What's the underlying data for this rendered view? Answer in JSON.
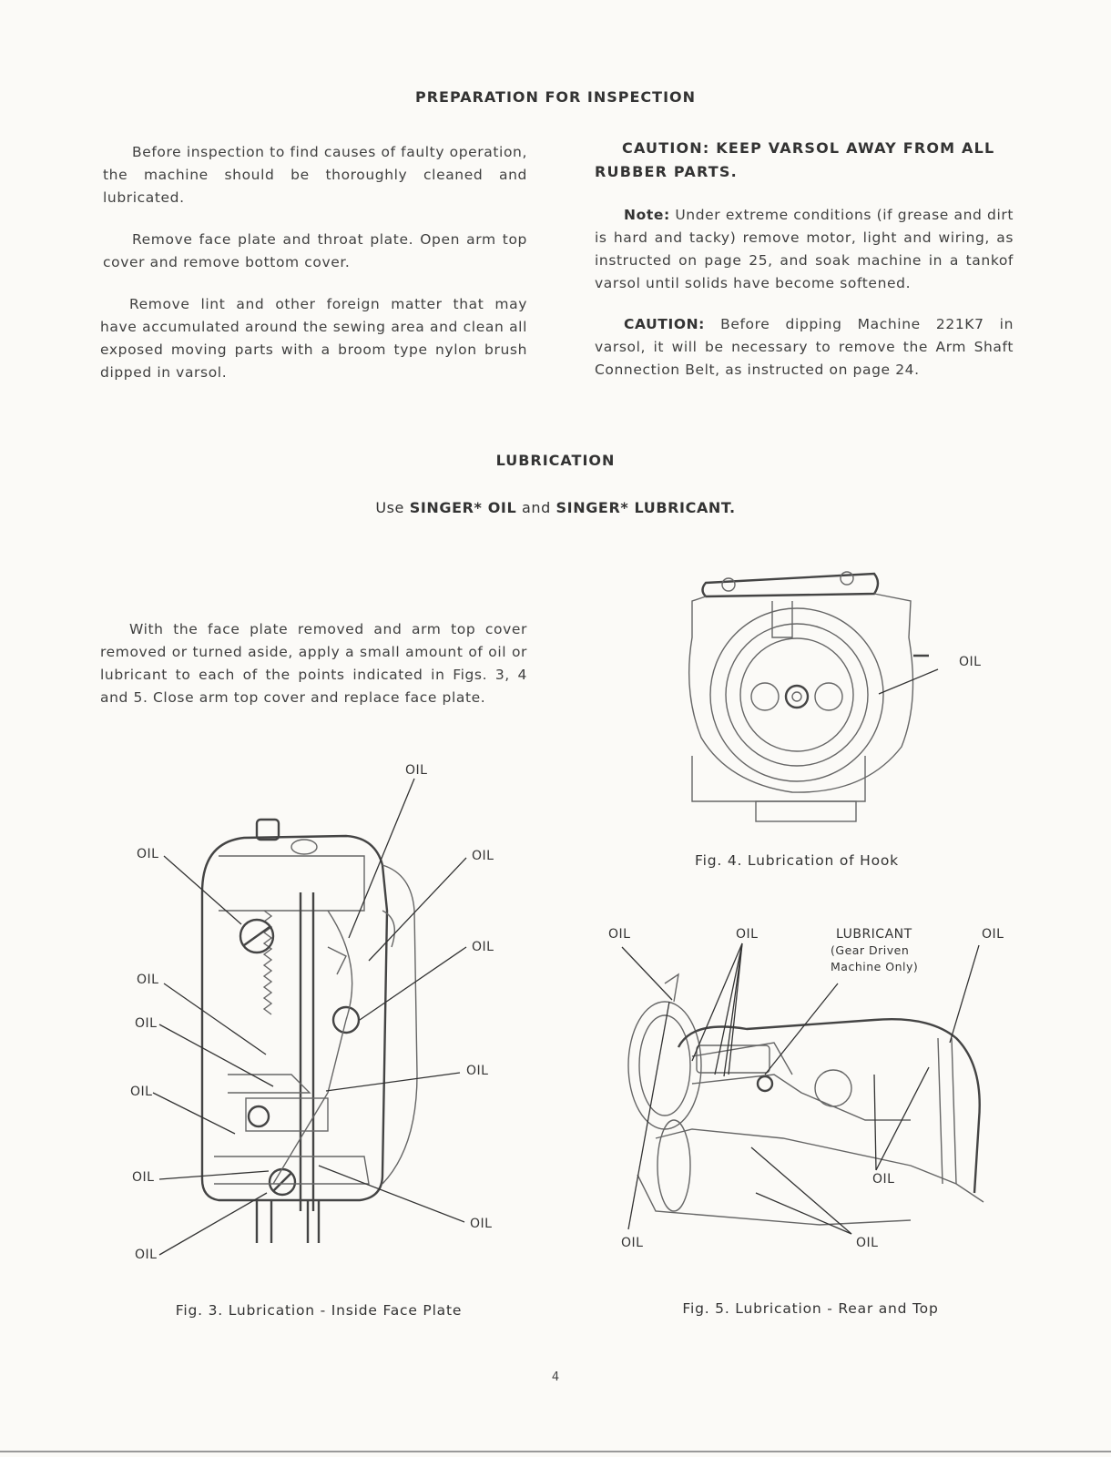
{
  "prep": {
    "heading": "PREPARATION FOR INSPECTION",
    "p1": "Before inspection to find causes of faulty operation, the machine should be thoroughly cleaned and lubricated.",
    "p2": "Remove face plate and throat plate. Open arm top cover and remove bottom cover.",
    "p3": "Remove lint and other foreign matter that may have accumulated around the sewing area and clean all exposed moving parts with a broom type nylon brush dipped in varsol.",
    "caution1": "CAUTION: KEEP VARSOL AWAY FROM ALL RUBBER PARTS.",
    "note_label": "Note:",
    "note_text": "Under extreme conditions (if grease and dirt is hard and tacky) remove motor, light and wiring, as instructed on page 25, and soak machine in a tankof varsol until solids have become softened.",
    "caution2_label": "CAUTION:",
    "caution2_text": "Before dipping Machine 221K7 in varsol, it will be necessary to remove the Arm Shaft Connection Belt, as instructed on page 24."
  },
  "lubrication": {
    "heading": "LUBRICATION",
    "use_prefix": "Use",
    "singer_oil": "SINGER* OIL",
    "and_word": "and",
    "singer_lubricant": "SINGER* LUBRICANT.",
    "body": "With the face plate removed and arm top cover removed or turned aside, apply a small amount of oil or lubricant to each of the points indicated in Figs. 3, 4 and 5. Close arm top cover and replace face plate."
  },
  "figures": {
    "oil_label": "OIL",
    "lubricant_label": "LUBRICANT",
    "lubricant_note_1": "(Gear Driven",
    "lubricant_note_2": "Machine Only)",
    "fig3_caption": "Fig. 3. Lubrication - Inside Face Plate",
    "fig4_caption": "Fig. 4. Lubrication of Hook",
    "fig5_caption": "Fig. 5. Lubrication - Rear and Top"
  },
  "page_number": "4"
}
